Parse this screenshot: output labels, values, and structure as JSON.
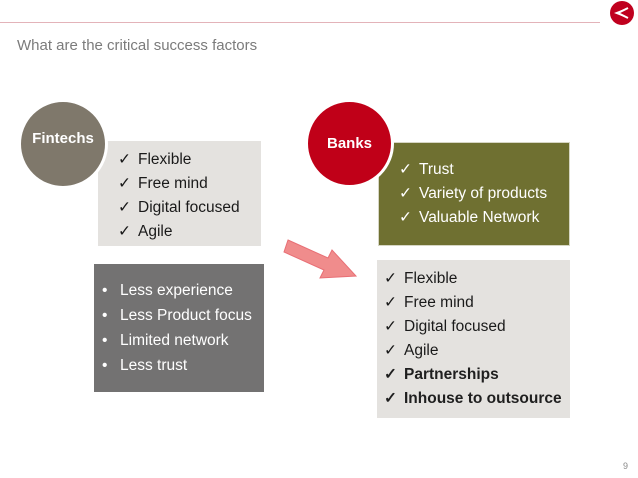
{
  "slide": {
    "title": "What are the critical success factors",
    "page_number": "9",
    "brand_color": "#c0001e"
  },
  "fintechs": {
    "label": "Fintechs",
    "check_glyph": "✓",
    "strengths": [
      "Flexible",
      "Free mind",
      "Digital focused",
      "Agile"
    ],
    "weakness_glyph": "•",
    "weaknesses": [
      "Less experience",
      "Less Product focus",
      "Limited network",
      "Less trust"
    ]
  },
  "banks": {
    "label": "Banks",
    "check_glyph": "✓",
    "strengths": [
      "Trust",
      "Variety of products",
      "Valuable Network"
    ]
  },
  "combined": {
    "check_glyph": "✓",
    "items": [
      "Flexible",
      "Free mind",
      "Digital focused",
      "Agile",
      "Partnerships",
      "Inhouse to outsource"
    ]
  },
  "icons": {
    "logo": "brand-logo-icon",
    "arrow": "arrow-right-icon"
  }
}
